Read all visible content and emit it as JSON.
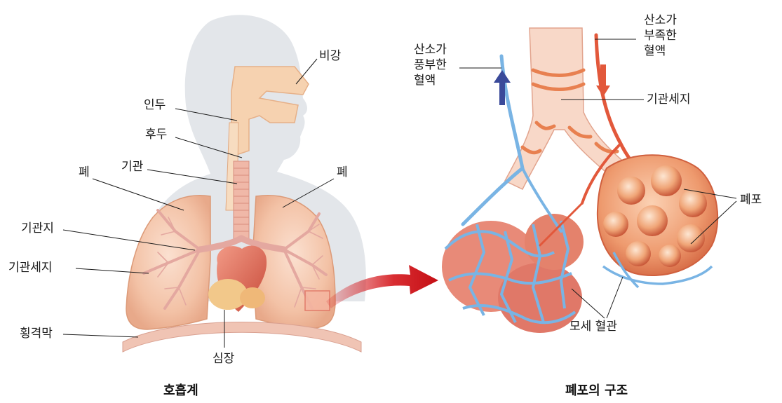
{
  "left_figure": {
    "caption": "호흡계",
    "labels": {
      "nasal_cavity": "비강",
      "pharynx": "인두",
      "larynx": "후두",
      "trachea": "기관",
      "lung_left": "폐",
      "lung_right": "폐",
      "bronchus": "기관지",
      "bronchiole": "기관세지",
      "diaphragm": "횡격막",
      "heart": "심장"
    }
  },
  "right_figure": {
    "caption": "폐포의 구조",
    "labels": {
      "oxygen_rich_blood": [
        "산소가",
        "풍부한",
        "혈액"
      ],
      "oxygen_poor_blood": [
        "산소가",
        "부족한",
        "혈액"
      ],
      "bronchiole": "기관세지",
      "alveoli": "폐포",
      "capillaries": "모세 혈관"
    }
  },
  "colors": {
    "body_silhouette": "#e3e6ea",
    "lung_fill": "#f3c2a6",
    "airway": "#f7d7b8",
    "vein_blue": "#7fb6e6",
    "artery_red": "#e2583b",
    "arrow_red": "#d4161b",
    "flow_arrow_blue": "#3a4a9a"
  }
}
